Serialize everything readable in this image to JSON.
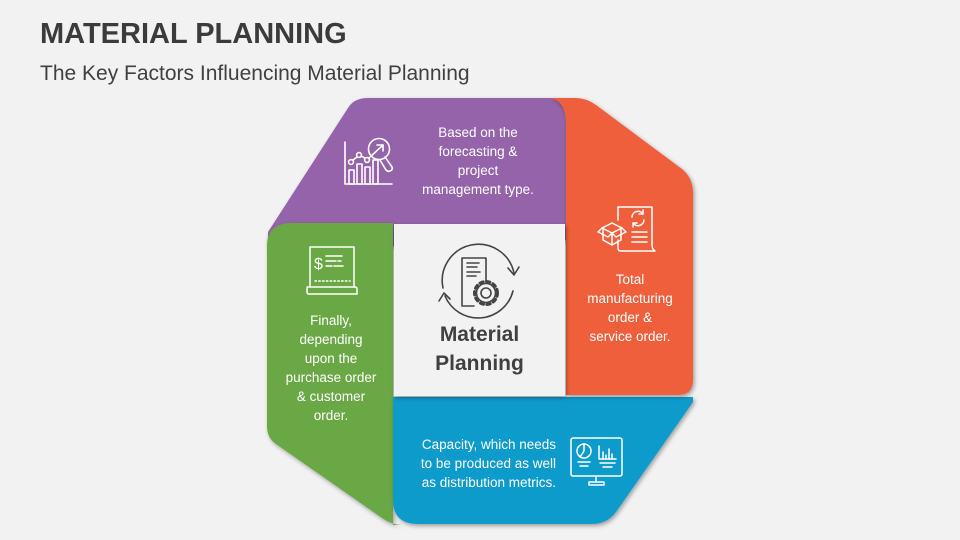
{
  "header": {
    "title": "MATERIAL PLANNING",
    "subtitle": "The Key Factors Influencing Material Planning"
  },
  "colors": {
    "background": "#f2f2f2",
    "purple": "#9563a9",
    "orange": "#f05f3b",
    "green": "#6ba744",
    "blue": "#0b9bcc",
    "center": "#f2f2f2",
    "text_dark": "#404040"
  },
  "diagram": {
    "center": {
      "icon": "document-gear-cycle-icon",
      "label": [
        "Material",
        "Planning"
      ]
    },
    "segments": [
      {
        "id": "purple",
        "position": "top",
        "icon": "chart-magnifier-icon",
        "lines": [
          "Based on the",
          "forecasting &",
          "project",
          "management type."
        ]
      },
      {
        "id": "orange",
        "position": "right",
        "icon": "box-document-icon",
        "lines": [
          "Total",
          "manufacturing",
          "order &",
          "service order."
        ]
      },
      {
        "id": "blue",
        "position": "bottom",
        "icon": "monitor-analytics-icon",
        "lines": [
          "Capacity, which needs",
          "to be produced as well",
          "as distribution metrics."
        ]
      },
      {
        "id": "green",
        "position": "left",
        "icon": "receipt-dollar-icon",
        "lines": [
          "Finally,",
          "depending",
          "upon the",
          "purchase order",
          "& customer",
          "order."
        ]
      }
    ]
  }
}
